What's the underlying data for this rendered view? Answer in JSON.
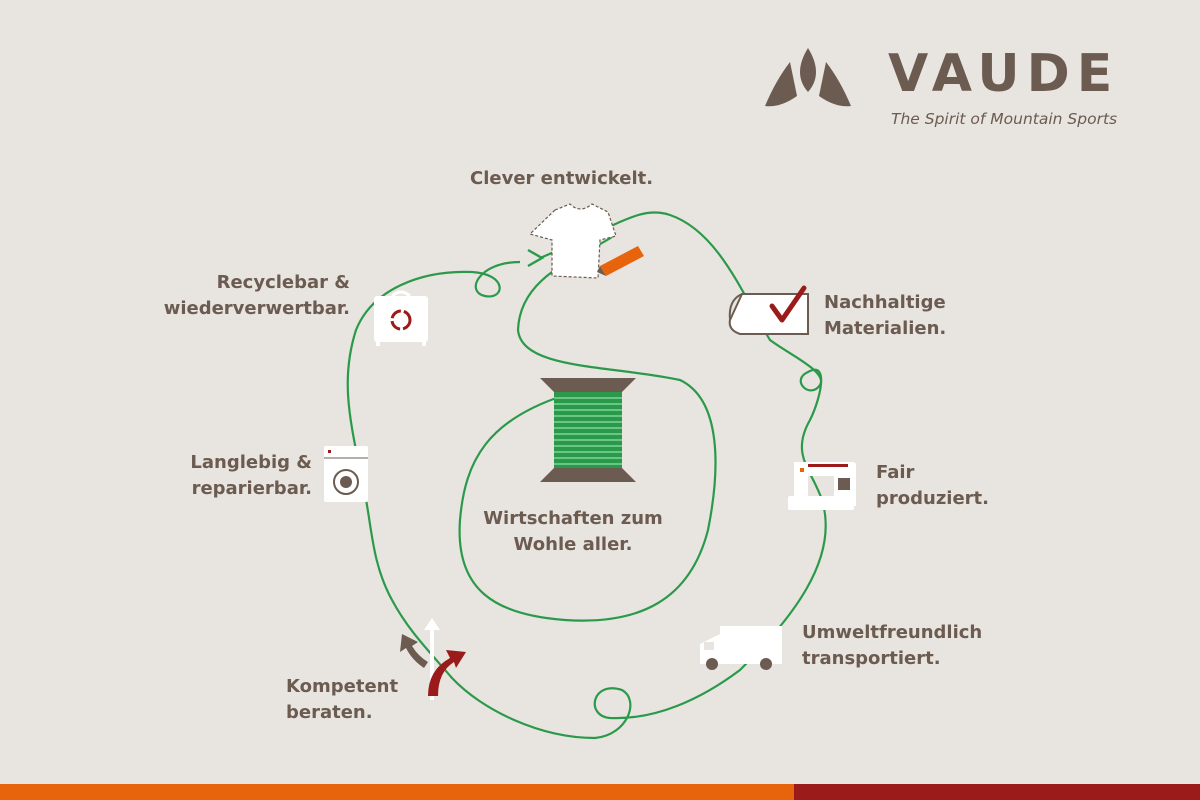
{
  "brand": {
    "name": "VAUDE",
    "tagline": "The Spirit of Mountain Sports"
  },
  "center": {
    "line1": "Wirtschaften zum",
    "line2": "Wohle aller."
  },
  "steps": [
    {
      "id": "design",
      "line1": "Clever entwickelt.",
      "line2": "",
      "icon": "tshirt-pencil-icon"
    },
    {
      "id": "materials",
      "line1": "Nachhaltige",
      "line2": "Materialien.",
      "icon": "fabric-check-icon"
    },
    {
      "id": "production",
      "line1": "Fair",
      "line2": "produziert.",
      "icon": "sewing-machine-icon"
    },
    {
      "id": "transport",
      "line1": "Umweltfreundlich",
      "line2": "transportiert.",
      "icon": "truck-icon"
    },
    {
      "id": "advice",
      "line1": "Kompetent",
      "line2": "beraten.",
      "icon": "direction-arrows-icon"
    },
    {
      "id": "care",
      "line1": "Langlebig &",
      "line2": "reparierbar.",
      "icon": "washing-machine-icon"
    },
    {
      "id": "recycle",
      "line1": "Recyclebar &",
      "line2": "wiederverwertbar.",
      "icon": "recycling-bin-icon"
    }
  ],
  "colors": {
    "background": "#e8e4df",
    "text": "#6b5b51",
    "thread": "#2a9a4a",
    "orange": "#e8640c",
    "red": "#9b1b1b"
  }
}
